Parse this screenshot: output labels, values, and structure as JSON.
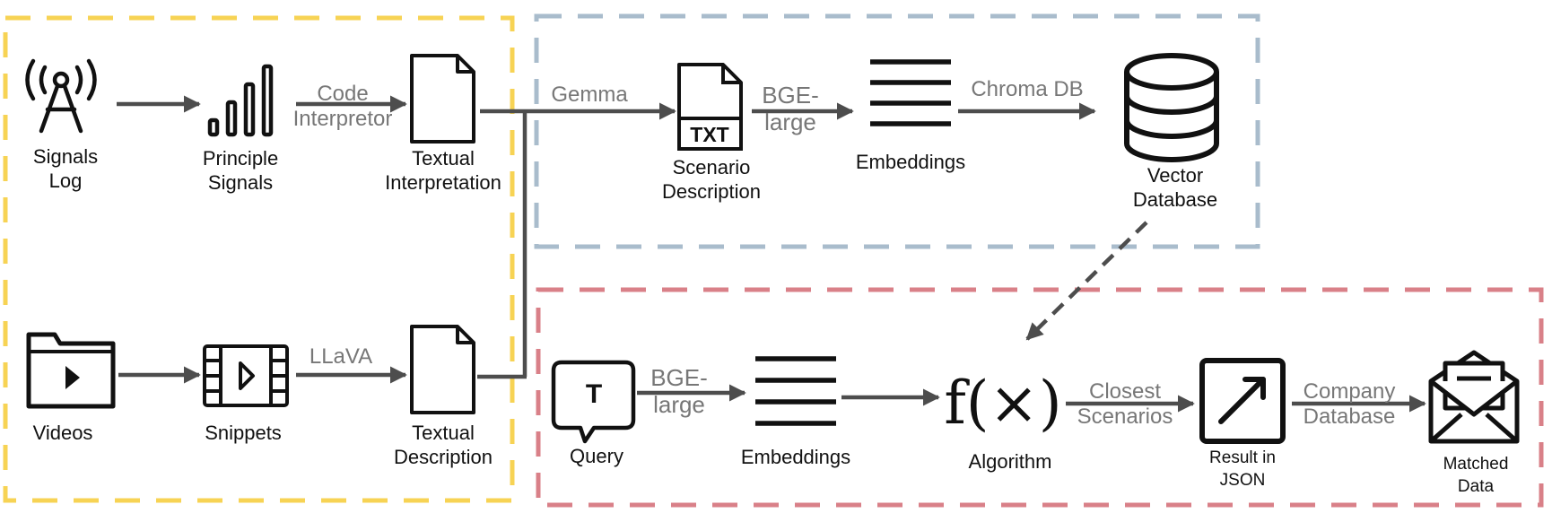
{
  "colors": {
    "ingestion_box": "#f7d354",
    "database_box": "#a9bccc",
    "query_box": "#d98088",
    "arrow": "#4d4d4d",
    "icon": "#111111",
    "edge_label": "#777777"
  },
  "nodes": {
    "signals_log": {
      "label": "Signals\nLog",
      "icon": "antenna-icon"
    },
    "principle_signals": {
      "label": "Principle\nSignals",
      "icon": "signal-bars-icon"
    },
    "textual_interpretation": {
      "label": "Textual\nInterpretation",
      "icon": "document-icon"
    },
    "videos": {
      "label": "Videos",
      "icon": "video-folder-icon"
    },
    "snippets": {
      "label": "Snippets",
      "icon": "film-strip-icon"
    },
    "textual_description": {
      "label": "Textual\nDescription",
      "icon": "document-icon"
    },
    "scenario_description": {
      "label": "Scenario\nDescription",
      "icon": "txt-file-icon",
      "icon_text": "TXT"
    },
    "embeddings_top": {
      "label": "Embeddings",
      "icon": "lines-icon"
    },
    "vector_database": {
      "label": "Vector\nDatabase",
      "icon": "database-icon"
    },
    "query": {
      "label": "Query",
      "icon": "chat-bubble-icon",
      "icon_text": "T"
    },
    "embeddings_bottom": {
      "label": "Embeddings",
      "icon": "lines-icon"
    },
    "algorithm": {
      "label": "Algorithm",
      "icon": "function-icon",
      "icon_text": "f(×)"
    },
    "result_json": {
      "label": "Result in\nJSON",
      "icon": "external-arrow-icon"
    },
    "matched_data": {
      "label": "Matched\nData",
      "icon": "mail-icon"
    }
  },
  "edges": {
    "code_interpretor": "Code\nInterpretor",
    "llava": "LLaVA",
    "gemma": "Gemma",
    "bge_large_top": "BGE-\nlarge",
    "chroma_db": "Chroma DB",
    "bge_large_bottom": "BGE-\nlarge",
    "closest_scenarios": "Closest\nScenarios",
    "company_database": "Company\nDatabase"
  }
}
